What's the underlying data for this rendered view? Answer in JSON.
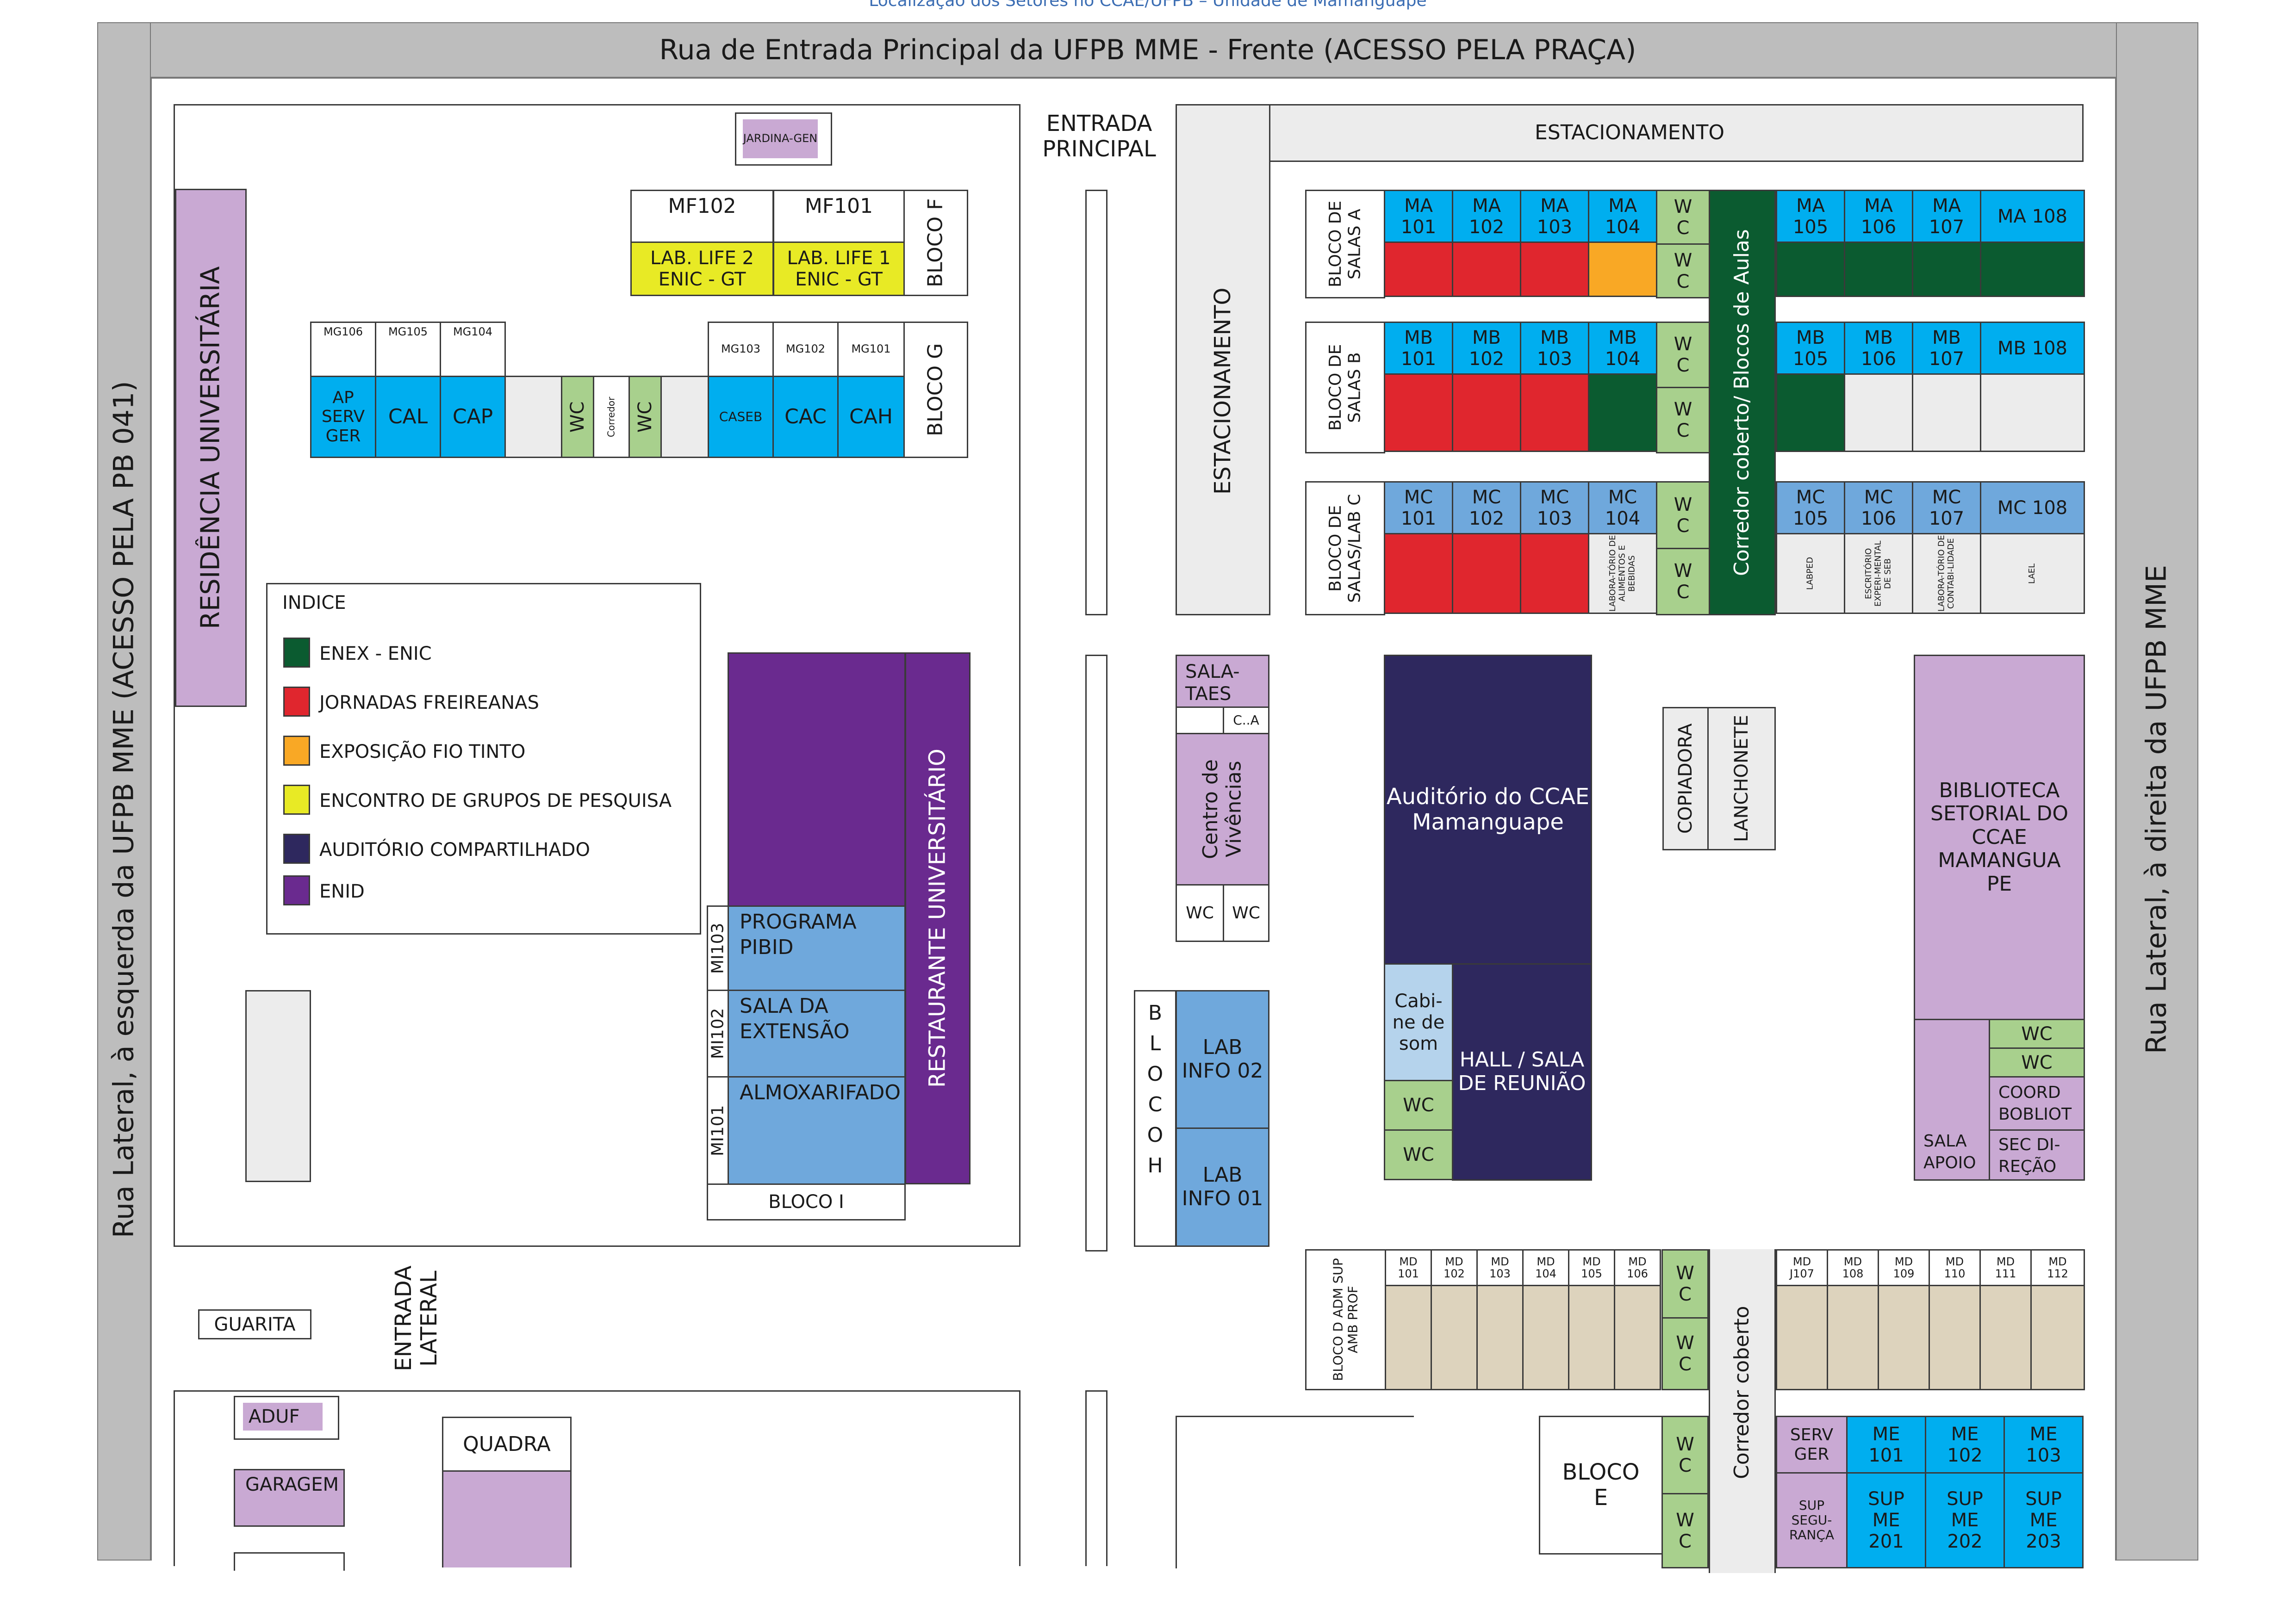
{
  "caption": "Localização dos Setores no CCAE/UFPB – Unidade de Mamanguape",
  "roads": {
    "top": "Rua de Entrada Principal da UFPB MME  - Frente (ACESSO PELA PRAÇA)",
    "left": "Rua Lateral, à esquerda da UFPB MME  (ACESSO PELA PB 041)",
    "right": "Rua Lateral, à direita da UFPB MME"
  },
  "entrances": {
    "main": "ENTRADA PRINCIPAL",
    "lateral": "ENTRADA LATERAL"
  },
  "legend": {
    "title": "INDICE",
    "items": [
      {
        "label": "ENEX - ENIC",
        "color": "#0b5b30"
      },
      {
        "label": "JORNADAS FREIREANAS",
        "color": "#e0262e"
      },
      {
        "label": "EXPOSIÇÃO FIO TINTO",
        "color": "#f9a825"
      },
      {
        "label": "ENCONTRO DE GRUPOS DE PESQUISA",
        "color": "#e8ea25"
      },
      {
        "label": "AUDITÓRIO COMPARTILHADO",
        "color": "#2e285e"
      },
      {
        "label": "ENID",
        "color": "#6a2a8f"
      }
    ]
  },
  "left_zone": {
    "jardinagem": "JARDINA-GEN",
    "residencia": "RESIDÊNCIA UNIVERSITÁRIA",
    "bloco_f": {
      "label": "BLOCO F",
      "mf102": "MF102",
      "mf101": "MF101",
      "lab2": "LAB. LIFE 2 ENIC - GT",
      "lab1": "LAB. LIFE 1 ENIC - GT"
    },
    "bloco_g": {
      "label": "BLOCO G",
      "mg106": "MG106",
      "mg105": "MG105",
      "mg104": "MG104",
      "mg103": "MG103",
      "mg102": "MG102",
      "mg101": "MG101",
      "ap": "AP SERV GER",
      "cal": "CAL",
      "cap": "CAP",
      "wc": "WC",
      "corredor": "Corredor",
      "caseb": "CASEB",
      "cac": "CAC",
      "cah": "CAH"
    },
    "restaurante": "RESTAURANTE UNIVERSITÁRIO",
    "bloco_i": {
      "label": "BLOCO I",
      "mi103": "MI103",
      "mi102": "MI102",
      "mi101": "MI101",
      "pibid": "PROGRAMA PIBID",
      "extensao": "SALA DA EXTENSÃO",
      "almox": "ALMOXARIFADO"
    },
    "guarita": "GUARITA",
    "aduf": "ADUF",
    "garagem": "GARAGEM",
    "quadra": "QUADRA"
  },
  "center": {
    "sala_taes": "SALA-TAES",
    "ca": "C..A",
    "centro_vivencias": "Centro de Vivências",
    "wc": "WC",
    "bloco_h": [
      "B",
      "L",
      "O",
      "C",
      "O",
      "H"
    ],
    "lab02": "LAB INFO 02",
    "lab01": "LAB INFO 01",
    "auditorio": "Auditório do CCAE Mamanguape",
    "cabine": "Cabi-ne de som",
    "hall": "HALL / SALA DE REUNIÃO",
    "copiadora": "COPIADORA",
    "lanchonete": "LANCHONETE",
    "biblioteca": "BIBLIOTECA SETORIAL DO CCAE MAMANGUA PE",
    "coord": "COORD BOBLIOT",
    "sala_apoio": "SALA APOIO",
    "sec_direcao": "SEC DI-REÇÃO"
  },
  "right_zone": {
    "estacionamento": "ESTACIONAMENTO",
    "corredor": "Corredor coberto/ Blocos de Aulas",
    "corredor2": "Corredor coberto",
    "wc_letters": "W C",
    "bloco_a": {
      "label": "BLOCO DE SALAS A",
      "rooms": [
        "MA 101",
        "MA 102",
        "MA 103",
        "MA 104",
        "MA 105",
        "MA 106",
        "MA 107",
        "MA 108"
      ]
    },
    "bloco_b": {
      "label": "BLOCO DE SALAS B",
      "rooms": [
        "MB 101",
        "MB 102",
        "MB 103",
        "MB 104",
        "MB 105",
        "MB 106",
        "MB 107",
        "MB 108"
      ]
    },
    "bloco_c": {
      "label": "BLOCO DE SALAS/LAB C",
      "rooms": [
        "MC 101",
        "MC 102",
        "MC 103",
        "MC 104",
        "MC 105",
        "MC 106",
        "MC 107",
        "MC 108"
      ],
      "lab_alim": "LABORA-TÓRIO DE ALIMENTOS E BEBIDAS",
      "labped": "LABPED",
      "escritorio": "ESCRITÓRIO EXPERI-MENTAL DE SEB",
      "lab_cont": "LABORA-TÓRIO DE CONTABI-LIDADE",
      "lael": "LAEL"
    },
    "bloco_d": {
      "label": "BLOCO D ADM SUP AMB PROF",
      "rooms_left": [
        "MD 101",
        "MD 102",
        "MD 103",
        "MD 104",
        "MD 105",
        "MD 106"
      ],
      "rooms_right": [
        "MD J107",
        "MD 108",
        "MD 109",
        "MD 110",
        "MD 111",
        "MD 112"
      ]
    },
    "bloco_e": {
      "label": "BLOCO E",
      "serv_ger": "SERV GER",
      "sup_seg": "SUP SEGU-RANÇA",
      "me": [
        "ME 101",
        "ME 102",
        "ME 103"
      ],
      "sup": [
        "SUP ME 201",
        "SUP ME 202",
        "SUP ME 203"
      ]
    }
  }
}
